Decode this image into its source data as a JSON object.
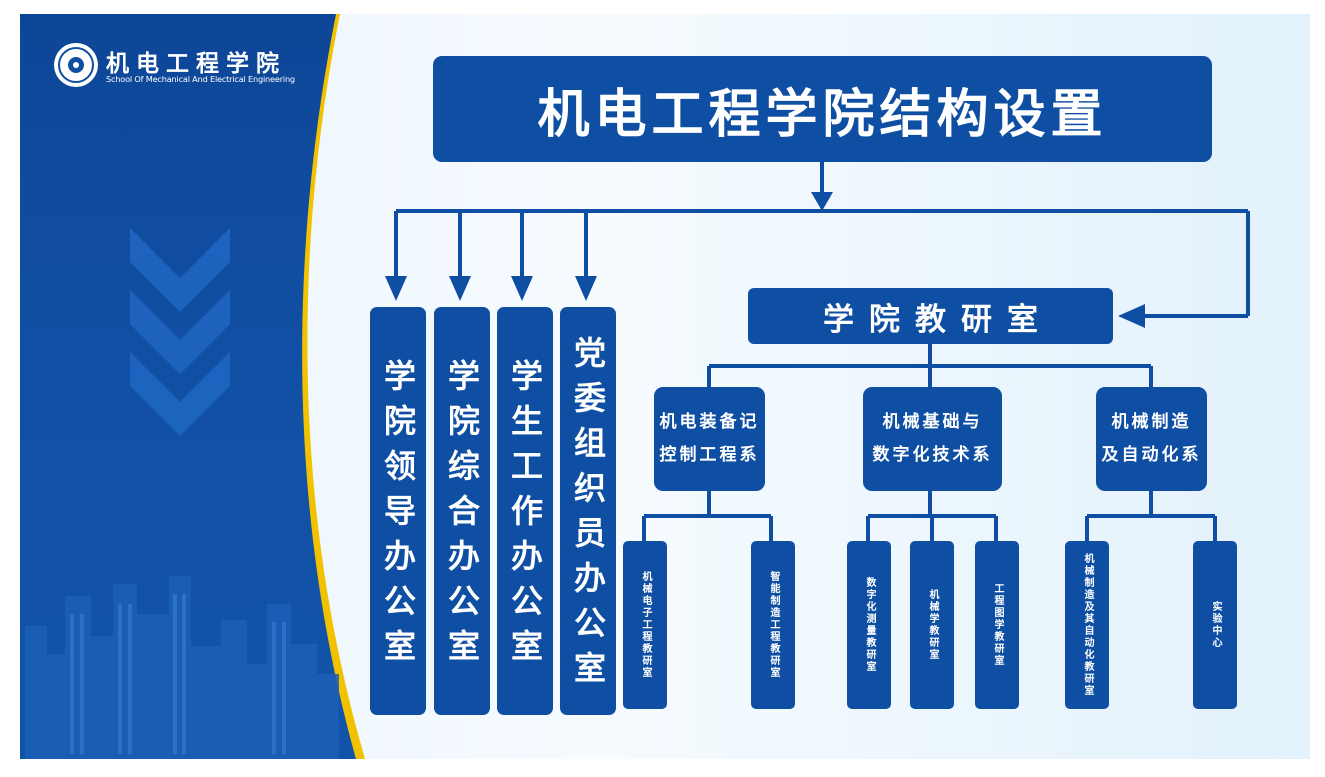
{
  "logo": {
    "name_zh": "机电工程学院",
    "name_en": "School Of Mechanical And Electrical Engineering"
  },
  "title": "机电工程学院结构设置",
  "offices": [
    "学院领导办公室",
    "学院综合办公室",
    "学生工作办公室",
    "党委组织员办公室"
  ],
  "teaching": {
    "label": "学院教研室",
    "departments": [
      {
        "line1": "机电装备记",
        "line2": "控制工程系",
        "sections": [
          "机械电子工程教研室",
          "智能制造工程教研室"
        ]
      },
      {
        "line1": "机械基础与",
        "line2": "数字化技术系",
        "sections": [
          "数字化测量教研室",
          "机械学教研室",
          "工程图学教研室"
        ]
      },
      {
        "line1": "机械制造",
        "line2": "及自动化系",
        "sections": [
          "机械制造及其自动化教研室",
          "实验中心"
        ]
      }
    ]
  },
  "colors": {
    "primary": "#0f4fa3",
    "accent": "#f2c200",
    "background": "#eaf4fd"
  }
}
